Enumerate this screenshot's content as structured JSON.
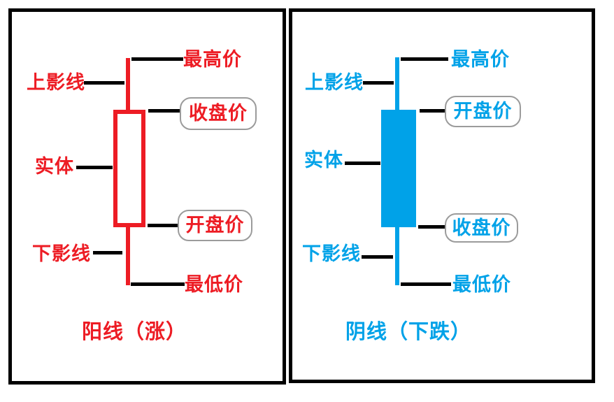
{
  "colors": {
    "bullish": "#ed1c24",
    "bearish": "#00a2e8",
    "connector": "#000000",
    "box_border": "#9b9b9b"
  },
  "left": {
    "highest": "最高价",
    "upper_shadow": "上影线",
    "close": "收盘价",
    "body": "实体",
    "open": "开盘价",
    "lower_shadow": "下影线",
    "lowest": "最低价",
    "caption": "阳线（涨）"
  },
  "right": {
    "highest": "最高价",
    "upper_shadow": "上影线",
    "open": "开盘价",
    "body": "实体",
    "close": "收盘价",
    "lower_shadow": "下影线",
    "lowest": "最低价",
    "caption": "阴线（下跌）"
  }
}
